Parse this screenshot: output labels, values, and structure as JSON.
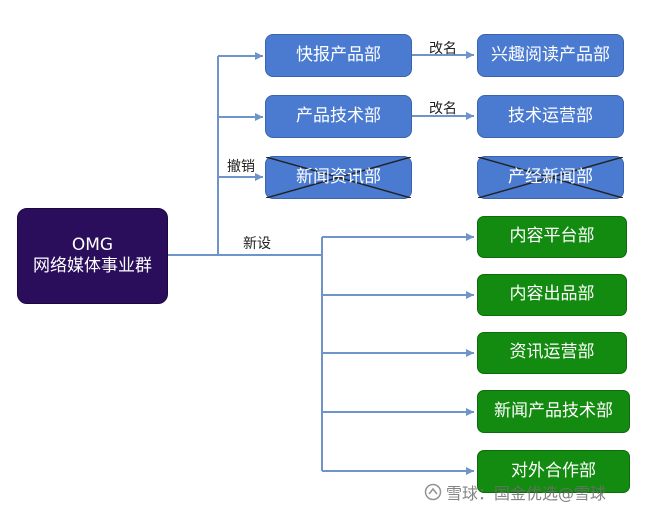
{
  "root": {
    "line1": "OMG",
    "line2": "网络媒体事业群"
  },
  "top_boxes": {
    "kuaibao": "快报产品部",
    "xingqu": "兴趣阅读产品部",
    "chanpinjishu": "产品技术部",
    "jishuyunying": "技术运营部",
    "xinwenzixun": "新闻资讯部",
    "chanjingxinwen": "产经新闻部"
  },
  "labels": {
    "rename1": "改名",
    "rename2": "改名",
    "abolish": "撤销",
    "new": "新设"
  },
  "new_departments": [
    "内容平台部",
    "内容出品部",
    "资讯运营部",
    "新闻产品技术部",
    "对外合作部"
  ],
  "watermark": "雪球：国金优选@雪球",
  "colors": {
    "root": "#2a0e5c",
    "blue": "#4a7bd0",
    "green": "#138a10",
    "connector": "#6f94c9"
  }
}
